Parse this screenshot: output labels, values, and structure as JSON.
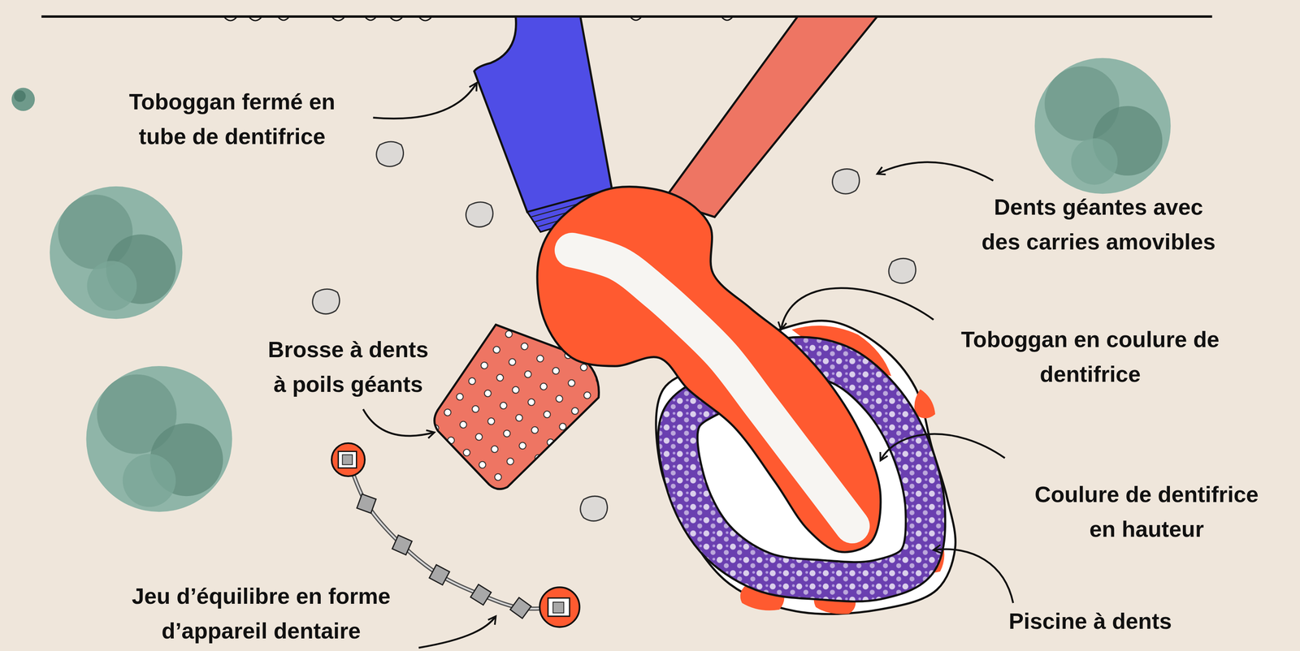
{
  "diagram": {
    "labels": [
      "Toboggan fermé en tube de dentifrice",
      "Dents géantes avec des carries amovibles",
      "Toboggan en coulure de dentifrice",
      "Brosse à dents à poils géants",
      "Coulure de dentifrice en hauteur",
      "Jeu d’équilibre en forme d’appareil dentaire",
      "Piscine à dents"
    ]
  }
}
